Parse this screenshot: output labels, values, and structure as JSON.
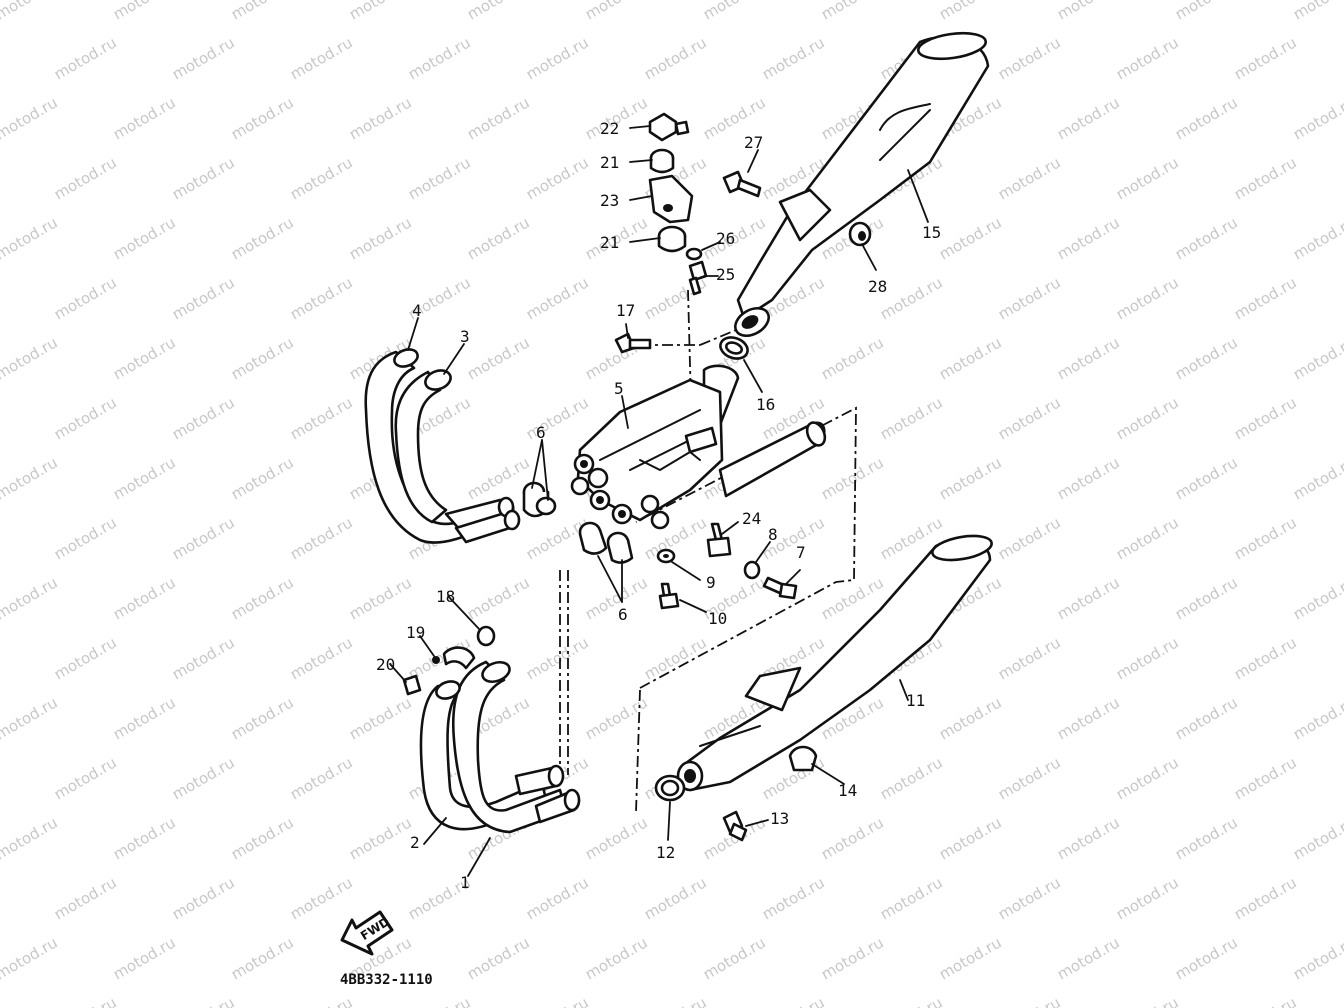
{
  "watermark": "motod.ru",
  "diagram_code": "4BB332-1110",
  "fwd_label": "FWD",
  "callouts": {
    "c1": "1",
    "c2": "2",
    "c3": "3",
    "c4": "4",
    "c5": "5",
    "c6a": "6",
    "c6b": "6",
    "c7": "7",
    "c8": "8",
    "c9": "9",
    "c10": "10",
    "c11": "11",
    "c12": "12",
    "c13": "13",
    "c14": "14",
    "c15": "15",
    "c16": "16",
    "c17": "17",
    "c18": "18",
    "c19": "19",
    "c20": "20",
    "c21a": "21",
    "c21b": "21",
    "c22": "22",
    "c23": "23",
    "c24": "24",
    "c25": "25",
    "c26": "26",
    "c27": "27",
    "c28": "28"
  }
}
